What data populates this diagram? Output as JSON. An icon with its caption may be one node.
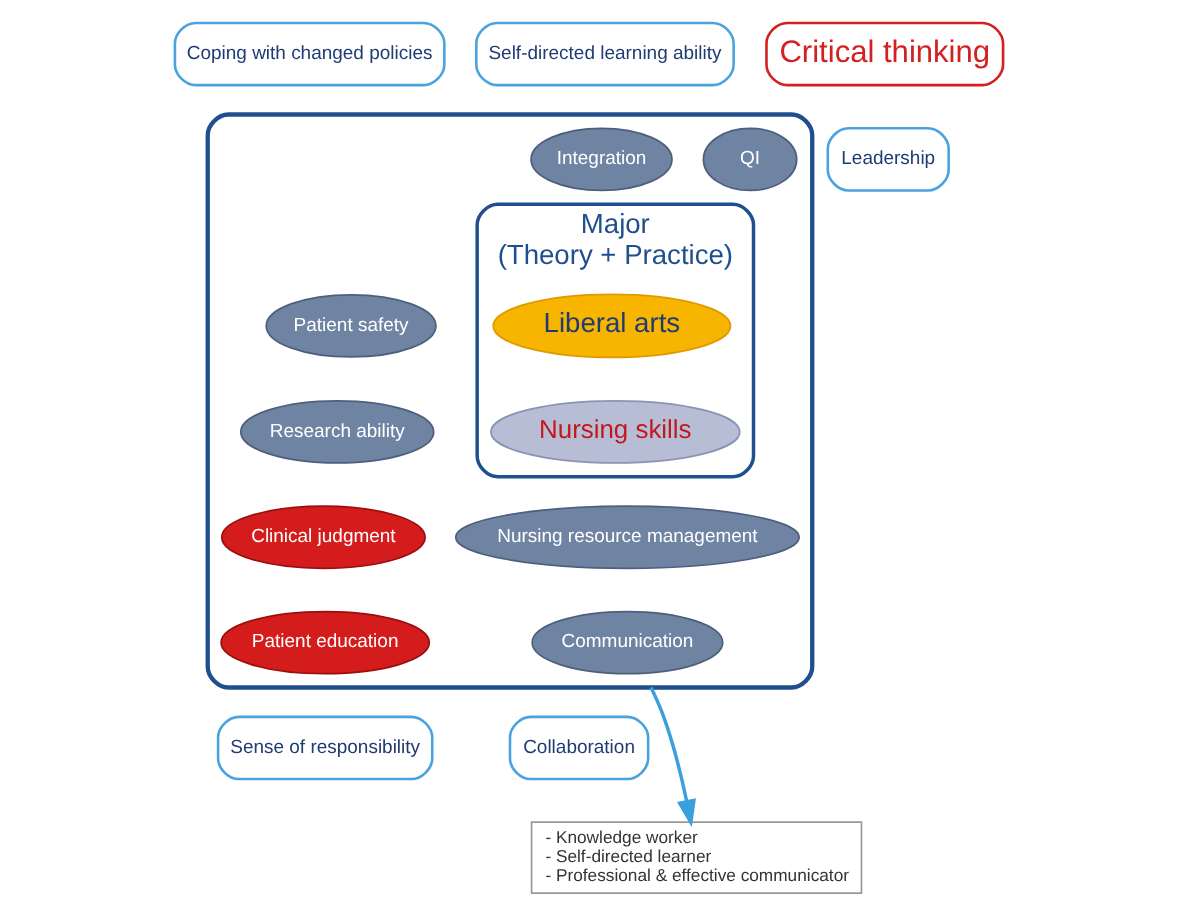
{
  "diagram": {
    "nodes": [
      {
        "text": [],
        "shape": "ellipse"
      },
      {
        "text": [
          "Coping with changed policies"
        ]
      },
      {
        "text": [
          "Self-directed learning ability"
        ]
      },
      {
        "text": [
          "Critical thinking"
        ]
      },
      {
        "text": [
          "QI"
        ],
        "in": 0
      },
      {
        "text": [
          "Integration"
        ],
        "in": 0
      },
      {
        "text": [
          "Major",
          "(Theory + Practice)"
        ],
        "in": 0
      },
      {
        "text": [
          "Patient safety"
        ],
        "in": 0
      },
      {
        "text": [
          "Liberal arts"
        ],
        "in": 6
      },
      {
        "text": [
          "Leadership"
        ]
      },
      {
        "text": [
          "Research ability"
        ],
        "in": 0
      },
      {
        "text": [
          "Nursing skills"
        ],
        "in": 6
      },
      {
        "text": [
          "Nursing resource management"
        ],
        "in": 0
      },
      {
        "text": [
          "Clinical judgment"
        ],
        "in": 0
      },
      {
        "text": [
          "Patient education"
        ],
        "in": 0
      },
      {
        "text": [
          "Communication"
        ],
        "in": 0
      },
      {
        "text": [
          "Sense of responsibility"
        ]
      },
      {
        "text": [
          "Collaboration"
        ]
      },
      {
        "text": [
          "- Knowledge worker",
          "- Self-directed learner",
          "- Professional & effective communicator"
        ]
      }
    ],
    "edges": [
      {
        "from": 0,
        "to": 18,
        "arrow": "to",
        "color": "#3aa0dc"
      }
    ]
  }
}
